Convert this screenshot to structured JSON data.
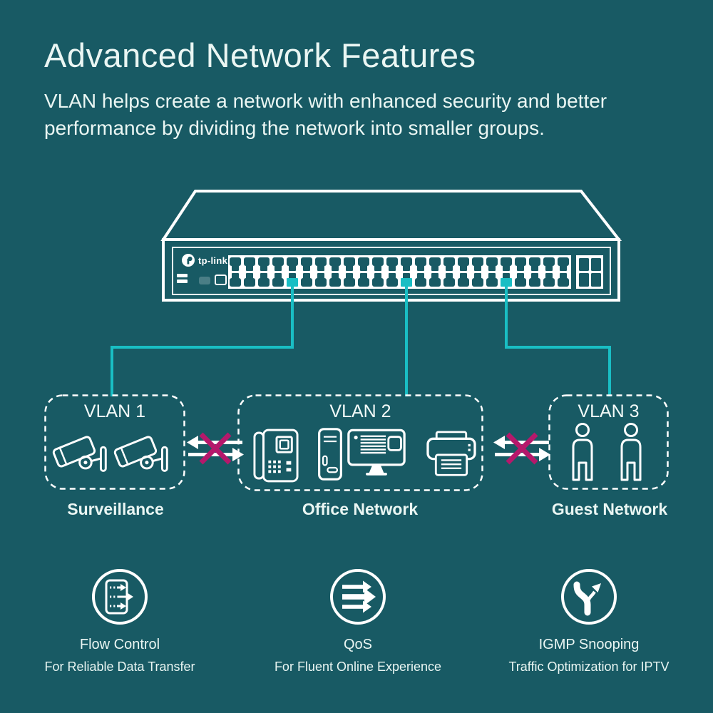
{
  "colors": {
    "background": "#185A64",
    "cable": "#19BEC4",
    "blocked_x": "#B5186B",
    "text": "#EAF6F3",
    "graphic": "#FFFFFF"
  },
  "header": {
    "title": "Advanced Network Features",
    "subtitle_lines": [
      "VLAN helps create a network with enhanced security and better",
      "performance by dividing the network into smaller groups."
    ]
  },
  "switch": {
    "brand": "tp-link",
    "ports_per_row": 24,
    "port_rows": 2,
    "uplink_ports": 4,
    "connected_vlan_ports": 3
  },
  "vlans": [
    {
      "label": "VLAN 1",
      "name": "Surveillance",
      "devices": [
        "cctv-camera",
        "cctv-camera"
      ]
    },
    {
      "label": "VLAN 2",
      "name": "Office Network",
      "devices": [
        "ip-phone",
        "computer-tower",
        "desktop-monitor",
        "printer"
      ]
    },
    {
      "label": "VLAN 3",
      "name": "Guest Network",
      "devices": [
        "person",
        "person"
      ]
    }
  ],
  "features": [
    {
      "title": "Flow Control",
      "description": "For Reliable Data Transfer",
      "icon": "flow-control-icon"
    },
    {
      "title": "QoS",
      "description": "For Fluent Online Experience",
      "icon": "qos-icon"
    },
    {
      "title": "IGMP Snooping",
      "description": "Traffic Optimization for IPTV",
      "icon": "igmp-snooping-icon"
    }
  ]
}
